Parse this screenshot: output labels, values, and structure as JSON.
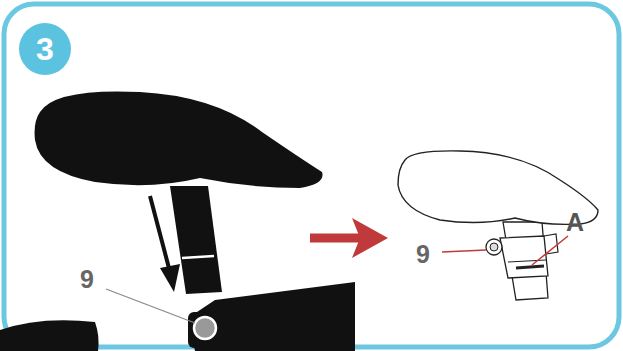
{
  "diagram": {
    "nodes": [
      {
        "text": [
          "3"
        ]
      }
    ],
    "labels": [
      "9",
      "9",
      "A"
    ]
  }
}
